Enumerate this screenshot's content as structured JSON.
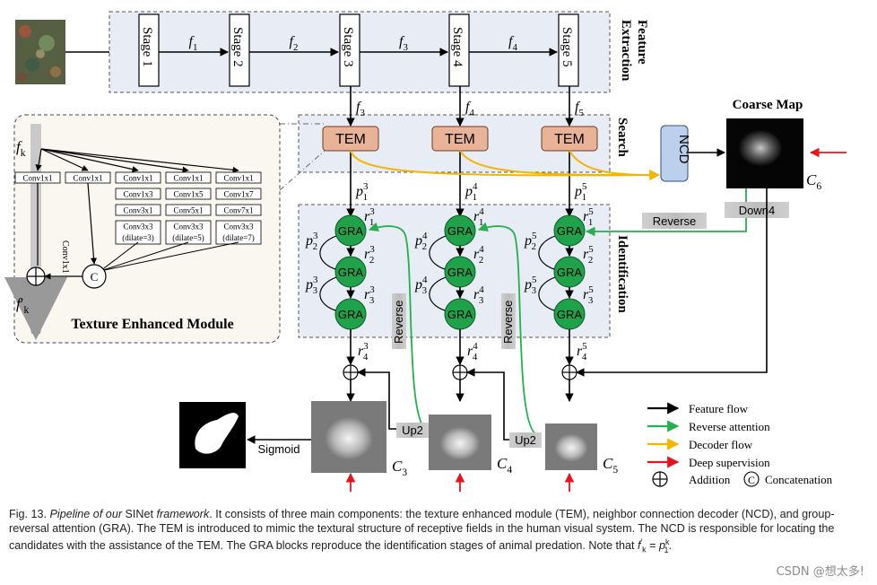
{
  "stages": [
    "Stage 1",
    "Stage 2",
    "Stage 3",
    "Stage 4",
    "Stage 5"
  ],
  "feature_labels": [
    "f",
    "f",
    "f",
    "f"
  ],
  "feature_subs": [
    "1",
    "2",
    "3",
    "4"
  ],
  "extraction_outputs": [
    {
      "base": "f",
      "sub": "3"
    },
    {
      "base": "f",
      "sub": "4"
    },
    {
      "base": "f",
      "sub": "5"
    }
  ],
  "side_labels": {
    "feature_extraction_1": "Feature",
    "feature_extraction_2": "Extraction",
    "search": "Search",
    "identification": "Identification"
  },
  "tem_label": "TEM",
  "ncd_label": "NCD",
  "coarse_map_title": "Coarse  Map",
  "c6": {
    "base": "C",
    "sub": "6"
  },
  "reverse_label": "Reverse",
  "down_label": "Down4",
  "gra_label": "GRA",
  "p1_labels": [
    {
      "base": "p",
      "sub": "1",
      "sup": "3"
    },
    {
      "base": "p",
      "sub": "1",
      "sup": "4"
    },
    {
      "base": "p",
      "sub": "1",
      "sup": "5"
    }
  ],
  "branch_symbols": [
    {
      "r1": "3",
      "r2": "3",
      "r3": "3",
      "r4": "3",
      "p2": "3",
      "p3": "3"
    },
    {
      "r1": "4",
      "r2": "4",
      "r3": "4",
      "r4": "4",
      "p2": "4",
      "p3": "4"
    },
    {
      "r1": "5",
      "r2": "5",
      "r3": "5",
      "r4": "5",
      "p2": "5",
      "p3": "5"
    }
  ],
  "reverse_vertical": "Reverse",
  "up_label": "Up2",
  "sigmoid_label": "Sigmoid",
  "c_outputs": [
    {
      "base": "C",
      "sub": "3"
    },
    {
      "base": "C",
      "sub": "4"
    },
    {
      "base": "C",
      "sub": "5"
    }
  ],
  "tem_module": {
    "fk": {
      "base": "f",
      "sub": "k"
    },
    "fk_prime": {
      "base": "f",
      "sub": "k",
      "prime": "′"
    },
    "conv_col1": [
      "Conv1x1"
    ],
    "conv_col2": [
      "Conv1x1"
    ],
    "conv_col3": [
      "Conv1x1",
      "Conv1x3",
      "Conv3x1",
      "Conv3x3",
      "(dilate=3)"
    ],
    "conv_col4": [
      "Conv1x1",
      "Conv1x5",
      "Conv5x1",
      "Conv3x3",
      "(dilate=5)"
    ],
    "conv_col5": [
      "Conv1x1",
      "Conv1x7",
      "Conv7x1",
      "Conv3x3",
      "(dilate=7)"
    ],
    "conv_vertical": "Conv1x1",
    "concat": "C",
    "title": "Texture Enhanced Module"
  },
  "legend": [
    {
      "label": "Feature flow",
      "color": "#000000"
    },
    {
      "label": "Reverse attention",
      "color": "#22b14c"
    },
    {
      "label": "Decoder flow",
      "color": "#f5b400"
    },
    {
      "label": "Deep supervision",
      "color": "#e8141b"
    }
  ],
  "legend_addition": "Addition",
  "legend_concat_symbol": "C",
  "legend_concatenation": "Concatenation",
  "caption": {
    "p1": "Fig. 13. ",
    "p2": "Pipeline of our ",
    "p3": "SINet ",
    "p4": "framework",
    "p5": ". It consists of three main components: the texture enhanced module (TEM), neighbor connection decoder (NCD), and group-reversal attention (GRA). The TEM is introduced to mimic the textural structure of receptive fields in the human visual system. The NCD is responsible for locating the candidates with the assistance of the TEM. The GRA blocks reproduce the identification stages of animal predation. Note that ",
    "p6": "f",
    "p7": "′",
    "p8": "k",
    "p9": " = ",
    "p10": "p",
    "p11": "k",
    "p12": "1",
    "p13": "."
  },
  "watermark": "CSDN @想太多!",
  "colors": {
    "tem": "#e9b397",
    "ncd": "#bcd0ee",
    "gra": "#1fa24a",
    "panel": "#e8ecf5",
    "green": "#22b14c",
    "yellow": "#f5b400",
    "red": "#e8141b"
  }
}
